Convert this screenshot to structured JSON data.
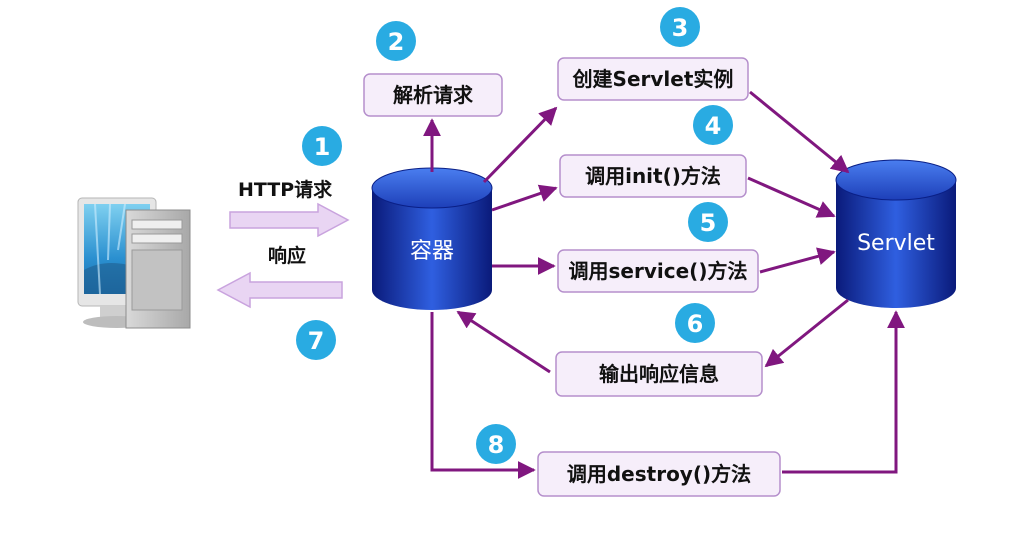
{
  "labels": {
    "http_request": "HTTP请求",
    "response": "响应"
  },
  "containers": {
    "container": "容器",
    "servlet": "Servlet"
  },
  "boxes": {
    "parse_request": "解析请求",
    "create_instance": "创建Servlet实例",
    "call_init": "调用init()方法",
    "call_service": "调用service()方法",
    "output_response": "输出响应信息",
    "call_destroy": "调用destroy()方法"
  },
  "steps": [
    "1",
    "2",
    "3",
    "4",
    "5",
    "6",
    "7",
    "8"
  ],
  "colors": {
    "step_circle": "#29abe2",
    "box_fill": "#f6eefa",
    "box_stroke": "#b58fcc",
    "arrow": "#80177f",
    "hollow_arrow_fill": "#e9d5f3",
    "hollow_arrow_stroke": "#c9a3de",
    "db_dark": "#0a1f86",
    "db_light": "#2f5fe0"
  },
  "icons": {
    "client": "desktop-computer-icon"
  }
}
